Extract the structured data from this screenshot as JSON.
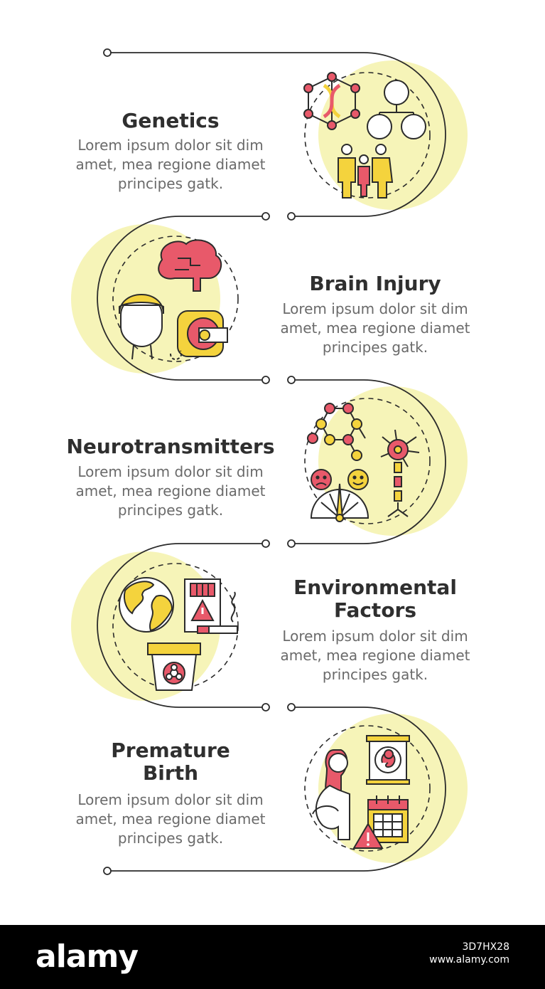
{
  "colors": {
    "yellow_blob": "#f6f4b8",
    "icon_yellow": "#f4d33d",
    "icon_red": "#e8596a",
    "outline": "#2b2b2b",
    "title_text": "#2f2f2f",
    "body_text": "#6a6a6a"
  },
  "steps": [
    {
      "title_lines": [
        "Genetics"
      ],
      "description_lines": [
        "Lorem ipsum dolor sit dim",
        "amet, mea regione diamet",
        "principes gatk."
      ],
      "icons": [
        "dna-network-icon",
        "family-tree-icon",
        "family-icon"
      ]
    },
    {
      "title_lines": [
        "Brain Injury"
      ],
      "description_lines": [
        "Lorem ipsum dolor sit dim",
        "amet, mea regione diamet",
        "principes gatk."
      ],
      "icons": [
        "brain-icon",
        "bandaged-head-icon",
        "mri-scanner-icon"
      ]
    },
    {
      "title_lines": [
        "Neurotransmitters"
      ],
      "description_lines": [
        "Lorem ipsum dolor sit dim",
        "amet, mea regione diamet",
        "principes gatk."
      ],
      "icons": [
        "molecule-icon",
        "neuron-icon",
        "mood-faces-icon",
        "mood-gauge-icon"
      ]
    },
    {
      "title_lines": [
        "Environmental",
        "Factors"
      ],
      "description_lines": [
        "Lorem ipsum dolor sit dim",
        "amet, mea regione diamet",
        "principes gatk."
      ],
      "icons": [
        "globe-icon",
        "cigarette-pack-icon",
        "cigarette-icon",
        "biohazard-container-icon"
      ]
    },
    {
      "title_lines": [
        "Premature",
        "Birth"
      ],
      "description_lines": [
        "Lorem ipsum dolor sit dim",
        "amet, mea regione diamet",
        "principes gatk."
      ],
      "icons": [
        "pregnant-woman-icon",
        "ultrasound-icon",
        "calendar-icon",
        "warning-icon"
      ]
    }
  ],
  "footer": {
    "logo": "alamy",
    "image_id": "3D7HX28",
    "site": "www.alamy.com"
  }
}
